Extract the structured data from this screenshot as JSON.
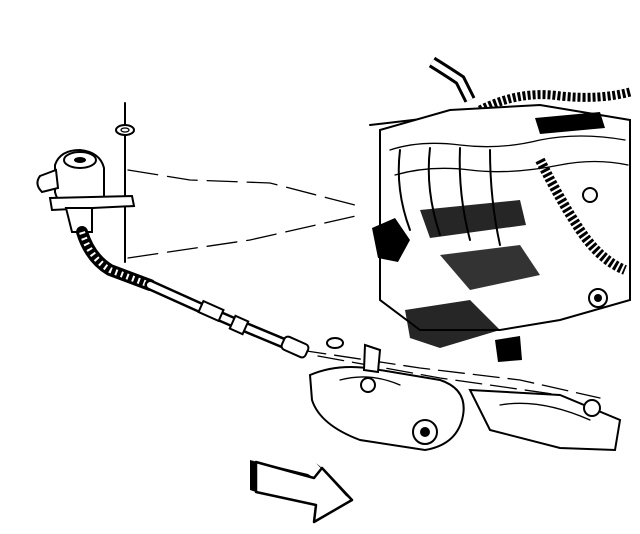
{
  "diagram": {
    "components": [
      {
        "id": "valve",
        "icon": "vacuum-valve-icon"
      },
      {
        "id": "fastener",
        "icon": "nut-icon"
      },
      {
        "id": "hose",
        "icon": "corrugated-hose-icon"
      },
      {
        "id": "tube",
        "icon": "metal-tube-icon"
      },
      {
        "id": "engine",
        "icon": "engine-assembly-icon"
      },
      {
        "id": "direction",
        "icon": "direction-arrow-icon"
      }
    ],
    "colors": {
      "ink": "#000000",
      "paper": "#ffffff"
    }
  }
}
